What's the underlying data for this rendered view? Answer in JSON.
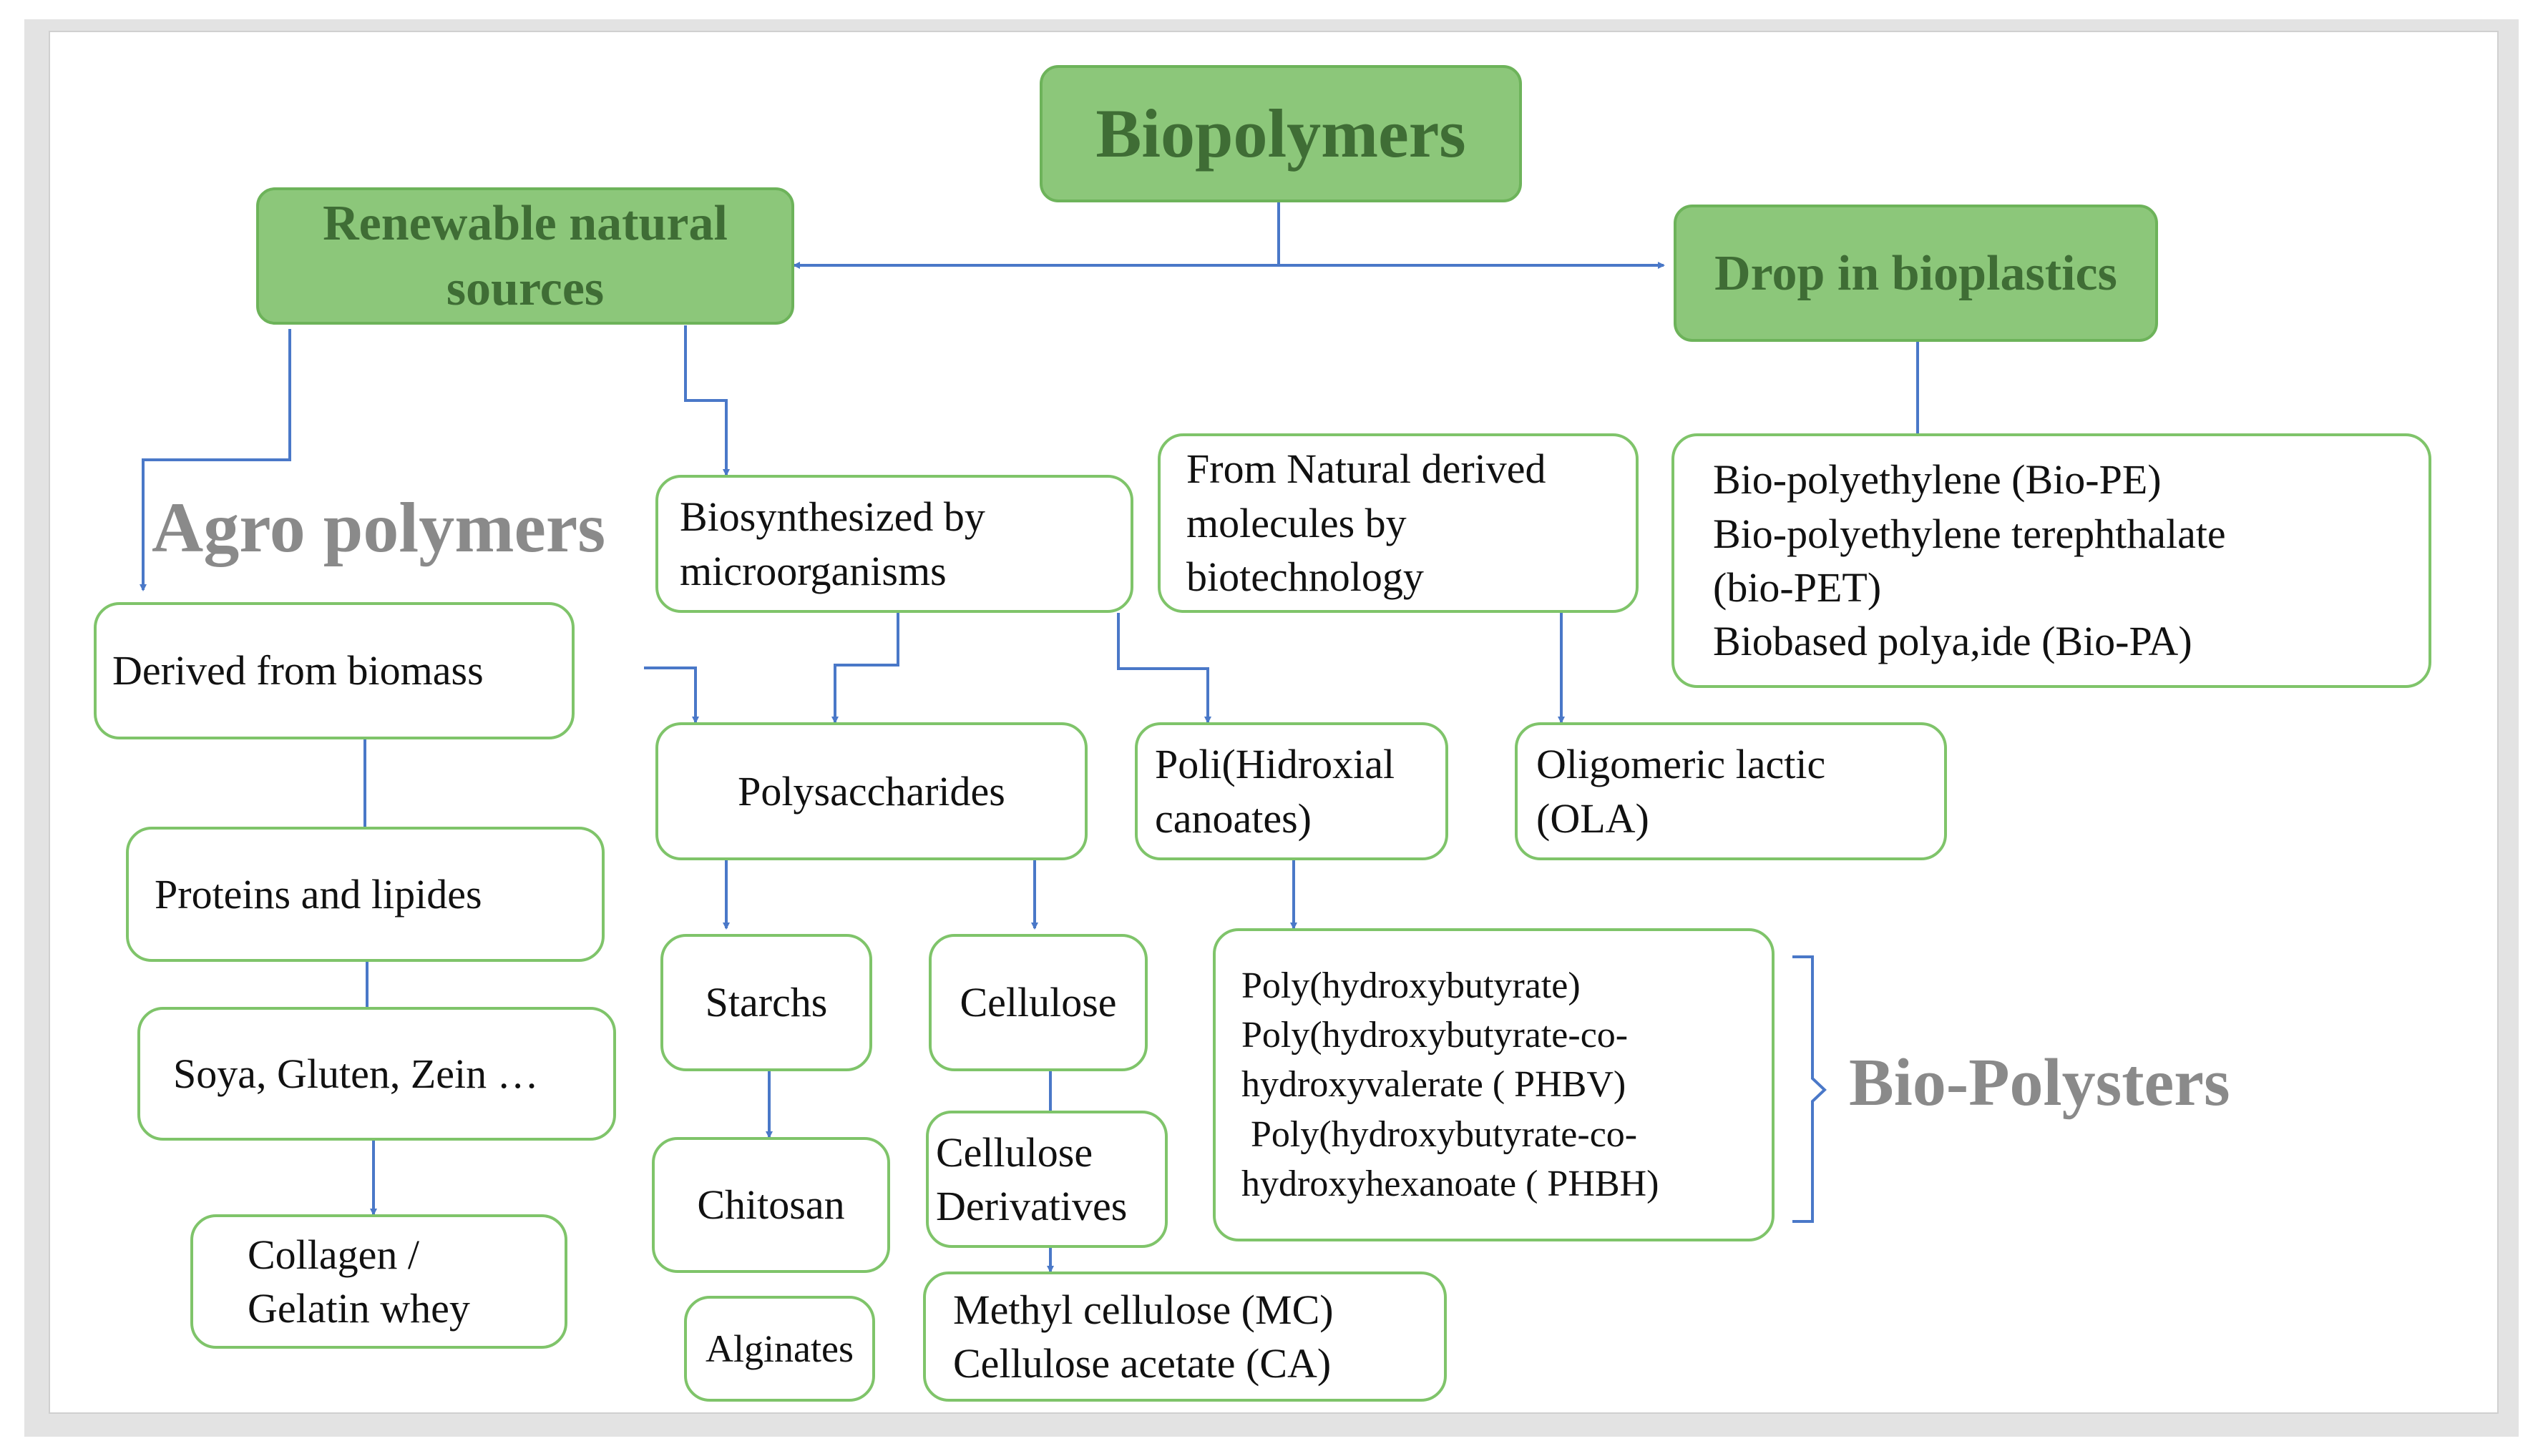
{
  "nodes": {
    "biopolymers": "Biopolymers",
    "renewable": [
      "Renewable natural",
      "sources"
    ],
    "drop_in": "Drop in bioplastics",
    "agro_polymers": "Agro polymers",
    "biosynthesized": [
      "Biosynthesized by",
      "microorganisms"
    ],
    "natural_derived": [
      "From Natural derived",
      "molecules by",
      "biotechnology"
    ],
    "bio_list": [
      "Bio-polyethylene (Bio-PE)",
      "Bio-polyethylene terephthalate",
      "(bio-PET)",
      "Biobased polya,ide (Bio-PA)"
    ],
    "derived_biomass": "Derived from biomass",
    "polysaccharides": "Polysaccharides",
    "pha": [
      "Poli(Hidroxial",
      "canoates)"
    ],
    "ola": [
      "Oligomeric lactic",
      "(OLA)"
    ],
    "proteins": "Proteins and lipides",
    "starchs": "Starchs",
    "cellulose": "Cellulose",
    "polyesters_list": [
      "Poly(hydroxybutyrate)",
      "Poly(hydroxybutyrate-co-",
      "hydroxyvalerate ( PHBV)",
      " Poly(hydroxybutyrate-co-",
      "hydroxyhexanoate ( PHBH)"
    ],
    "bio_polysters": "Bio-Polysters",
    "soya": "Soya, Gluten, Zein …",
    "chitosan": "Chitosan",
    "cellulose_derivatives": [
      "Cellulose",
      "Derivatives"
    ],
    "collagen": [
      "Collagen /",
      "Gelatin whey"
    ],
    "alginates": "Alginates",
    "methyl": [
      "Methyl cellulose (MC)",
      "Cellulose acetate (CA)"
    ]
  },
  "colors": {
    "box_border": "#7fc46a",
    "header_fill": "#8cc77a",
    "header_text": "#3f6d35",
    "arrow": "#4a78c8",
    "gray_label": "#8a8a8a"
  }
}
